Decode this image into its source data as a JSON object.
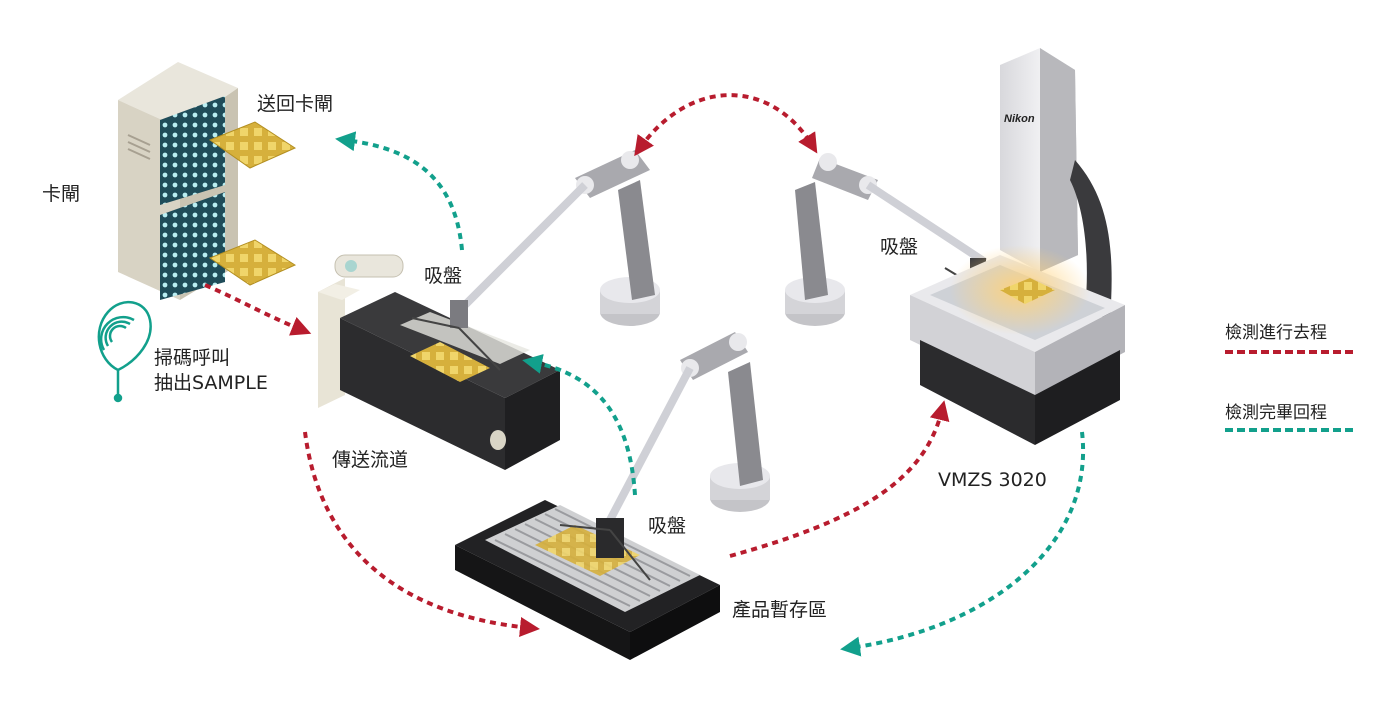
{
  "labels": {
    "cabinet": "卡閘",
    "return_to_cabinet": "送回卡閘",
    "scan_line1": "掃碼呼叫",
    "scan_line2": "抽出SAMPLE",
    "conveyor": "傳送流道",
    "suction_1": "吸盤",
    "suction_2": "吸盤",
    "suction_3": "吸盤",
    "storage": "產品暫存區",
    "machine": "VMZS 3020",
    "brand": "Nikon"
  },
  "legend": {
    "inspect_going": "檢測進行去程",
    "inspect_return": "檢測完畢回程"
  },
  "colors": {
    "go": "#b81c2e",
    "return": "#12a08c",
    "machine_dark": "#2b2b2d",
    "grey_arm": "#9c9ca0",
    "chip": "#d6b03c"
  }
}
